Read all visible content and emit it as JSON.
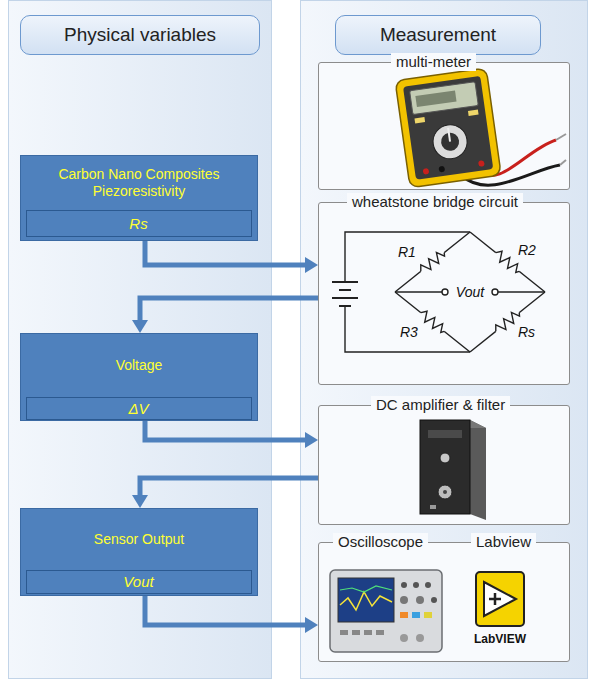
{
  "diagram": {
    "nodes": [
      {
        "text": [
          "Physical variables"
        ]
      },
      {
        "text": [
          "Measurement"
        ]
      },
      {
        "text": [
          "Carbon Nano Composites Piezoresistivity"
        ],
        "in": 0
      },
      {
        "text": [
          "Rs"
        ],
        "in": 2
      },
      {
        "text": [
          "Voltage"
        ],
        "in": 0
      },
      {
        "text": [
          "ΔV"
        ],
        "in": 4
      },
      {
        "text": [
          "Sensor Output"
        ],
        "in": 0
      },
      {
        "text": [
          "Vout"
        ],
        "in": 6
      },
      {
        "text": [
          "multi-meter"
        ],
        "in": 1
      },
      {
        "text": [
          "wheatstone bridge circuit"
        ],
        "in": 1
      },
      {
        "text": [
          "DC amplifier & filter"
        ],
        "in": 1
      },
      {
        "text": [
          "Oscilloscope",
          "Labview"
        ],
        "in": 1
      }
    ],
    "edges": [
      {
        "from": 2,
        "to": 9,
        "arrow": "to"
      },
      {
        "from": 9,
        "to": 4,
        "arrow": "to"
      },
      {
        "from": 4,
        "to": 10,
        "arrow": "to"
      },
      {
        "from": 10,
        "to": 6,
        "arrow": "to"
      },
      {
        "from": 6,
        "to": 11,
        "arrow": "to"
      }
    ],
    "labels": [
      "R1",
      "R2",
      "R3",
      "Rs",
      "Vout",
      "LabVIEW"
    ]
  }
}
